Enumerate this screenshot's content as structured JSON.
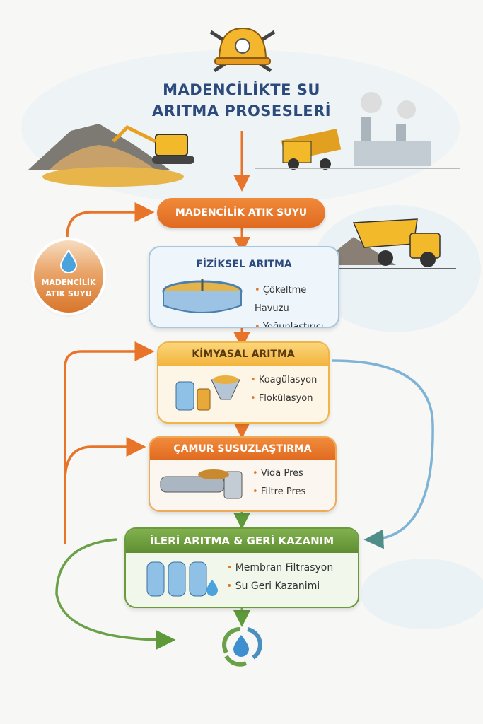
{
  "title": {
    "line1": "MADENCİLİKTE SU",
    "line2": "ARITMA PROSESLERİ"
  },
  "source_pill": "MADENCİLİK ATIK SUYU",
  "source_circle": {
    "line1": "MADENCİLİK",
    "line2": "ATIK SUYU"
  },
  "steps": [
    {
      "title": "FİZİKSEL ARITMA",
      "items": [
        "Çökeltme Havuzu",
        "Yoğunlaştırıcı"
      ]
    },
    {
      "title": "KİMYASAL ARITMA",
      "items": [
        "Koagülasyon",
        "Flokülasyon"
      ]
    },
    {
      "title": "ÇAMUR SUSUZLAŞTIRMA",
      "items": [
        "Vida Pres",
        "Filtre Pres"
      ]
    },
    {
      "title": "İLERİ ARITMA & GERİ KAZANIM",
      "items": [
        "Membran Filtrasyon",
        "Su Geri Kazanimi"
      ]
    }
  ],
  "colors": {
    "orange": "#e8742a",
    "blue": "#2d4a7c",
    "yellow": "#f3b43e",
    "green": "#6a9a3a",
    "light_blue": "#7fb3d5"
  }
}
